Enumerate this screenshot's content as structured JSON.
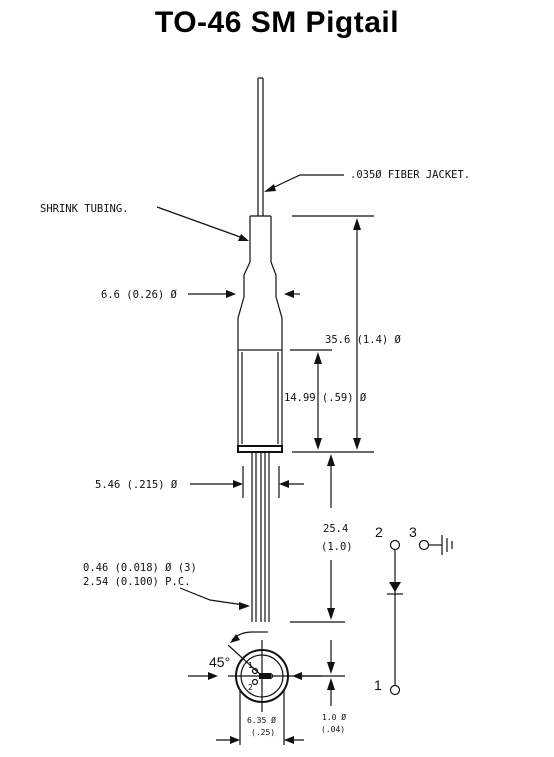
{
  "title": "TO-46 SM Pigtail",
  "labels": {
    "fiber_jacket": ".035Ø FIBER JACKET.",
    "shrink_tubing": "SHRINK TUBING.",
    "dia_66": "6.6 (0.26) Ø",
    "len_356": "35.6 (1.4) Ø",
    "len_1499": "14.99 (.59) Ø",
    "dia_546": "5.46 (.215) Ø",
    "lead_len_mm": "25.4",
    "lead_len_in": "(1.0)",
    "lead_dia": "0.46 (0.018) Ø (3)",
    "pin_circle": "2.54 (0.100) P.C.",
    "angle": "45°",
    "base_dia_mm": "6.35 Ø",
    "base_dia_in": "(.25)",
    "tab_mm": "1.0 Ø",
    "tab_in": "(.04)",
    "pin_1": "1",
    "pin_2": "2",
    "pin_3": "3",
    "circle_pin_1": "1",
    "circle_pin_2": "2"
  }
}
